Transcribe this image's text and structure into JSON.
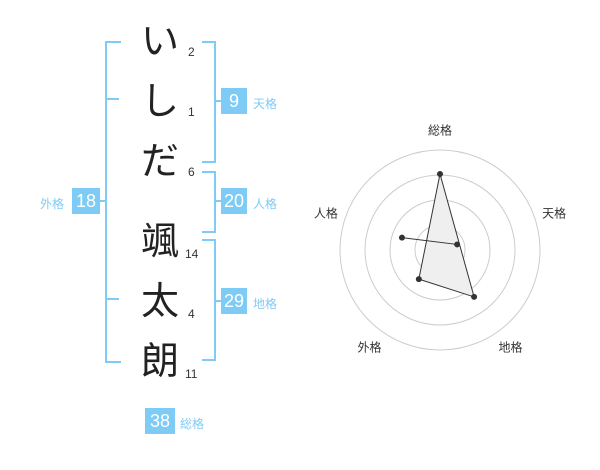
{
  "name": {
    "chars": [
      {
        "char": "い",
        "strokes": "2"
      },
      {
        "char": "し",
        "strokes": "1"
      },
      {
        "char": "だ",
        "strokes": "6"
      },
      {
        "char": "颯",
        "strokes": "14"
      },
      {
        "char": "太",
        "strokes": "4"
      },
      {
        "char": "朗",
        "strokes": "11"
      }
    ]
  },
  "kakusu": {
    "tenkaku": {
      "value": "9",
      "label": "天格"
    },
    "jinkaku": {
      "value": "20",
      "label": "人格"
    },
    "chikaku": {
      "value": "29",
      "label": "地格"
    },
    "gaikaku": {
      "value": "18",
      "label": "外格"
    },
    "soukaku": {
      "value": "38",
      "label": "総格"
    }
  },
  "colors": {
    "accent": "#7ecbf5",
    "text": "#222222",
    "grid": "#cccccc"
  },
  "chart_data": {
    "type": "radar",
    "axes": [
      "総格",
      "天格",
      "地格",
      "外格",
      "人格"
    ],
    "levels": 4,
    "values": [
      0.76,
      0.18,
      0.58,
      0.36,
      0.4
    ]
  }
}
